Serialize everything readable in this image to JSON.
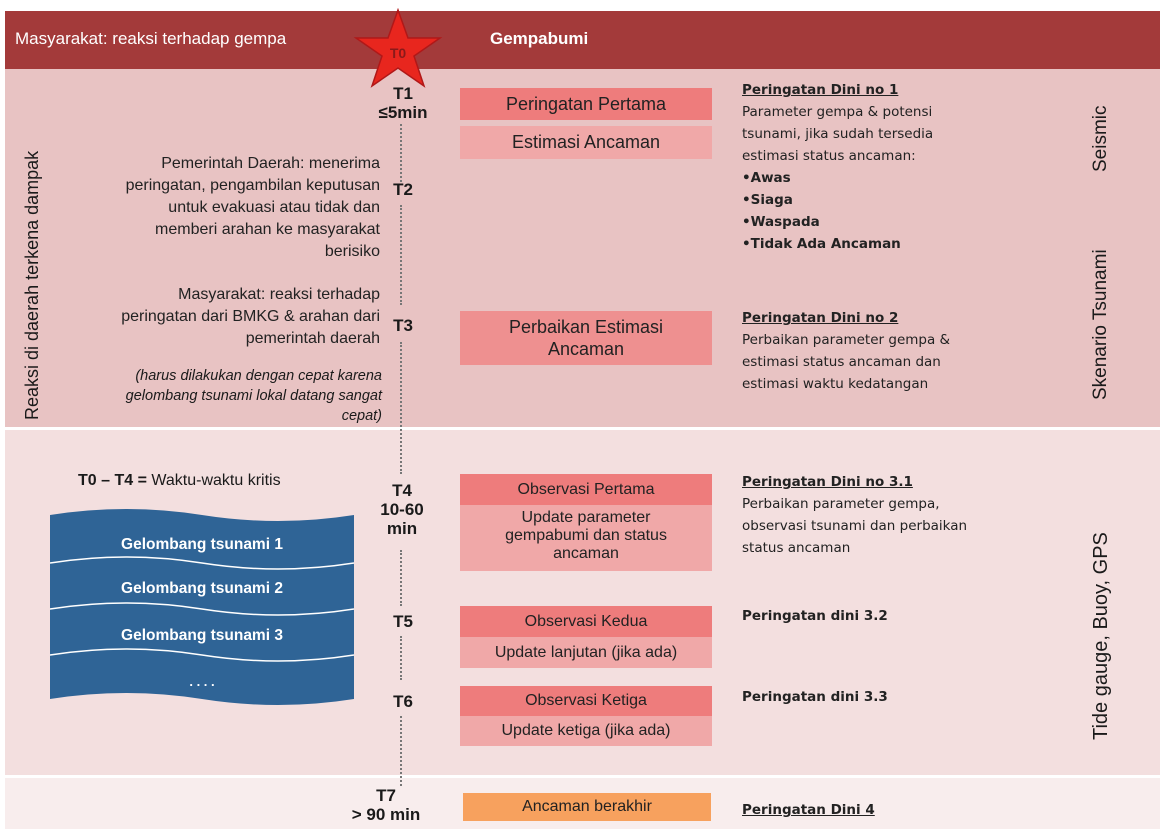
{
  "header": {
    "left_text": "Masyarakat: reaksi terhadap gempa",
    "center_text": "Gempabumi",
    "star_label": "T0"
  },
  "side": {
    "left_vertical": "Reaksi di daerah terkena dampak",
    "seismic": "Seismic",
    "skenario": "Skenario Tsunami",
    "gauge": "Tide gauge, Buoy, GPS"
  },
  "times": {
    "t1": "T1",
    "t1_sub": "≤5min",
    "t2": "T2",
    "t3": "T3",
    "t4": "T4",
    "t4_sub1": "10-60",
    "t4_sub2": "min",
    "t5": "T5",
    "t6": "T6",
    "t7": "T7",
    "t7_sub": "> 90 min"
  },
  "left_text": {
    "pemerintah": [
      "Pemerintah Daerah: menerima",
      "peringatan, pengambilan keputusan",
      "untuk evakuasi atau tidak dan",
      "memberi arahan ke masyarakat",
      "berisiko"
    ],
    "masyarakat": [
      "Masyarakat: reaksi terhadap",
      "peringatan dari BMKG & arahan dari",
      "pemerintah daerah"
    ],
    "italic": [
      "(harus dilakukan dengan cepat karena",
      "gelombang tsunami lokal datang sangat",
      "cepat)"
    ],
    "kritis_bold": "T0 – T4 =",
    "kritis_rest": " Waktu-waktu kritis"
  },
  "waves": [
    "Gelombang tsunami 1",
    "Gelombang tsunami 2",
    "Gelombang tsunami 3",
    ". . . ."
  ],
  "boxes": {
    "peringatan_pertama": "Peringatan Pertama",
    "estimasi_ancaman": "Estimasi Ancaman",
    "perbaikan": [
      "Perbaikan Estimasi",
      "Ancaman"
    ],
    "observasi_pertama": "Observasi Pertama",
    "update_param": [
      "Update parameter",
      "gempabumi dan status",
      "ancaman"
    ],
    "observasi_kedua": "Observasi Kedua",
    "update_lanjutan": "Update lanjutan (jika ada)",
    "observasi_ketiga": "Observasi Ketiga",
    "update_ketiga": "Update ketiga (jika ada)",
    "ancaman_berakhir": "Ancaman berakhir"
  },
  "info": {
    "d1_title": "Peringatan Dini no 1",
    "d1_lines": [
      "Parameter gempa & potensi",
      "tsunami, jika sudah tersedia",
      "estimasi status ancaman:"
    ],
    "d1_bullets": [
      "•Awas",
      "•Siaga",
      "•Waspada",
      "•Tidak Ada Ancaman"
    ],
    "d2_title": "Peringatan Dini no 2",
    "d2_lines": [
      "Perbaikan parameter gempa &",
      "estimasi status ancaman dan",
      "estimasi waktu kedatangan"
    ],
    "d31_title": "Peringatan Dini no 3.1",
    "d31_lines": [
      "Perbaikan parameter gempa,",
      "observasi tsunami dan perbaikan",
      "status ancaman"
    ],
    "d32_title": "Peringatan dini 3.2",
    "d33_title": "Peringatan dini 3.3",
    "d4_title": "Peringatan Dini 4"
  },
  "colors": {
    "header": "#a33a3a",
    "band1": "#e8c3c3",
    "band2": "#f3dfdf",
    "box_strong": "#ee7c7c",
    "box_soft": "#f0a8a8",
    "box_orange": "#f7a15e",
    "wave": "#2f6496"
  }
}
